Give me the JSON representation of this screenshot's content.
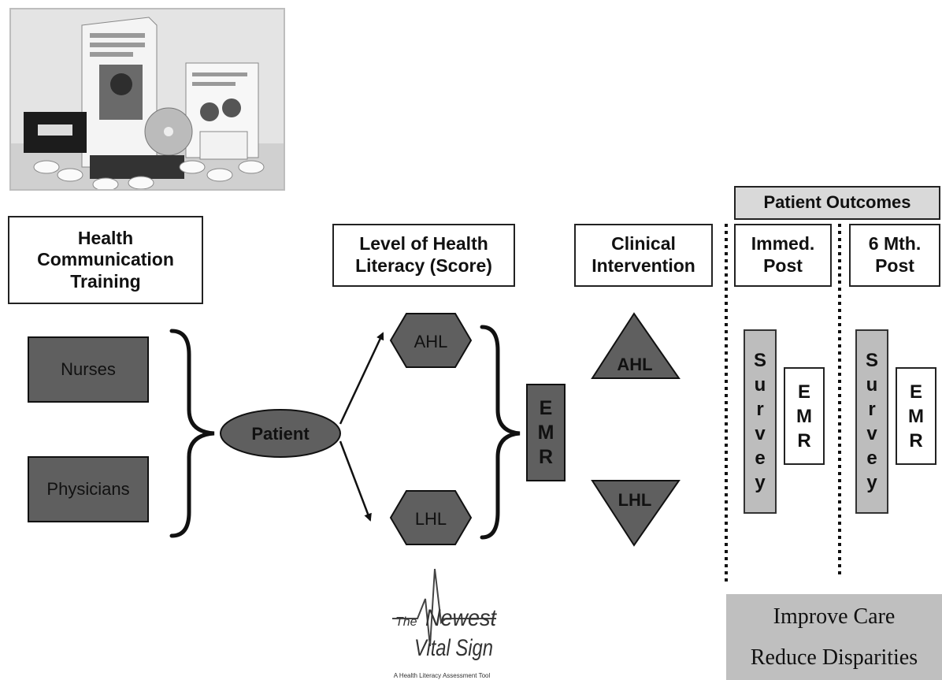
{
  "headers": {
    "training": "Health Communication Training",
    "literacy": "Level of Health Literacy (Score)",
    "intervention": "Clinical Intervention",
    "outcomes": "Patient Outcomes",
    "immed": "Immed. Post",
    "six_month": "6 Mth. Post"
  },
  "groups": {
    "nurses": "Nurses",
    "physicians": "Physicians"
  },
  "patient": "Patient",
  "literacy_levels": {
    "ahl": "AHL",
    "lhl": "LHL"
  },
  "emr_letters": [
    "E",
    "M",
    "R"
  ],
  "survey_letters": [
    "S",
    "u",
    "r",
    "v",
    "e",
    "y"
  ],
  "results": {
    "line1": "Improve Care",
    "line2": "Reduce Disparities"
  },
  "logo": {
    "the": "The",
    "newest": "Newest",
    "vital_sign": "Vital Sign",
    "tagline": "A Health Literacy Assessment Tool"
  },
  "colors": {
    "dark_fill": "#5f5f5f",
    "light_fill": "#bdbdbd",
    "result_fill": "#bfbfbf"
  }
}
